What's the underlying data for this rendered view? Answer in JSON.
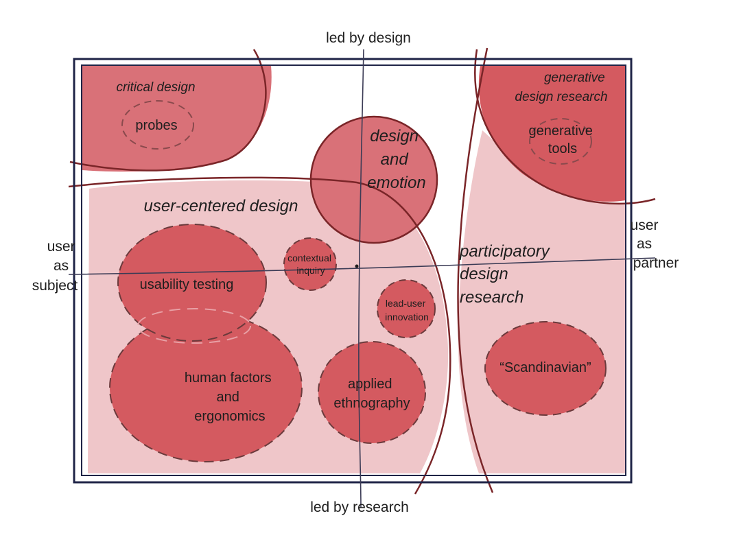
{
  "axes": {
    "top": "led by design",
    "bottom": "led by research",
    "left": [
      "user",
      "as",
      "subject"
    ],
    "right": [
      "user",
      "as",
      "partner"
    ]
  },
  "regions": {
    "critical_design": "critical design",
    "generative_design_research": [
      "generative",
      "design research"
    ],
    "design_and_emotion": [
      "design",
      "and",
      "emotion"
    ],
    "user_centered_design": "user-centered design",
    "participatory_design_research": [
      "participatory",
      "design",
      "research"
    ]
  },
  "methods": {
    "probes": "probes",
    "generative_tools": [
      "generative",
      "tools"
    ],
    "contextual_inquiry": [
      "contextual",
      "inquiry"
    ],
    "usability_testing": "usability testing",
    "lead_user_innovation": [
      "lead-user",
      "innovation"
    ],
    "human_factors": [
      "human factors",
      "and",
      "ergonomics"
    ],
    "applied_ethnography": [
      "applied",
      "ethnography"
    ],
    "scandinavian": "“Scandinavian”"
  },
  "colors": {
    "light_fill": "#efc6c9",
    "mid_fill": "#d97178",
    "strong_fill": "#d45a60",
    "outline": "#7a2528",
    "frame": "#1f2447",
    "dash": "#6b3a3c"
  }
}
